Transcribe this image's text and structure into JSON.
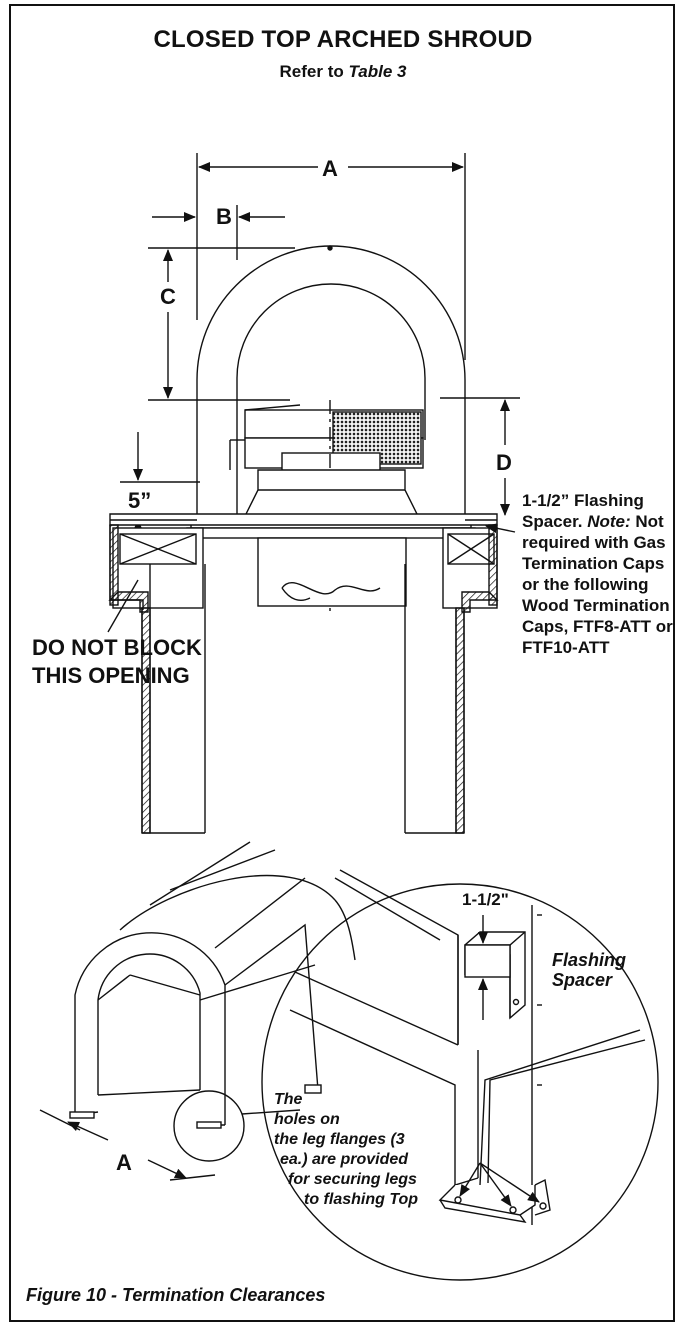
{
  "page": {
    "title": "CLOSED TOP  ARCHED SHROUD",
    "subtitle_prefix": "Refer to ",
    "subtitle_ref": "Table 3"
  },
  "dimensions": {
    "a_top": "A",
    "b": "B",
    "c": "C",
    "d": "D",
    "five_inch": "5”",
    "a_iso": "A",
    "spacer_height": "1-1/2\""
  },
  "notes": {
    "spacer_line1": "1-1/2” Flashing",
    "spacer_line2_prefix": "Spacer. ",
    "spacer_line2_note": "Note:",
    "spacer_line2_suffix": " Not",
    "spacer_line3": "required with Gas",
    "spacer_line4": "Termination Caps",
    "spacer_line5": "or the following",
    "spacer_line6": "Wood Termination",
    "spacer_line7": "Caps, FTF8-ATT or",
    "spacer_line8": "FTF10-ATT",
    "warning_line1": "DO NOT BLOCK",
    "warning_line2": "THIS OPENING",
    "flashing_spacer_line1": "Flashing",
    "flashing_spacer_line2": "Spacer",
    "holes_line1": "The",
    "holes_line2": "holes on",
    "holes_line3": "the leg flanges (3",
    "holes_line4": "ea.) are provided",
    "holes_line5": "for securing legs",
    "holes_line6": "to flashing  Top"
  },
  "caption": "Figure 10 - Termination Clearances"
}
